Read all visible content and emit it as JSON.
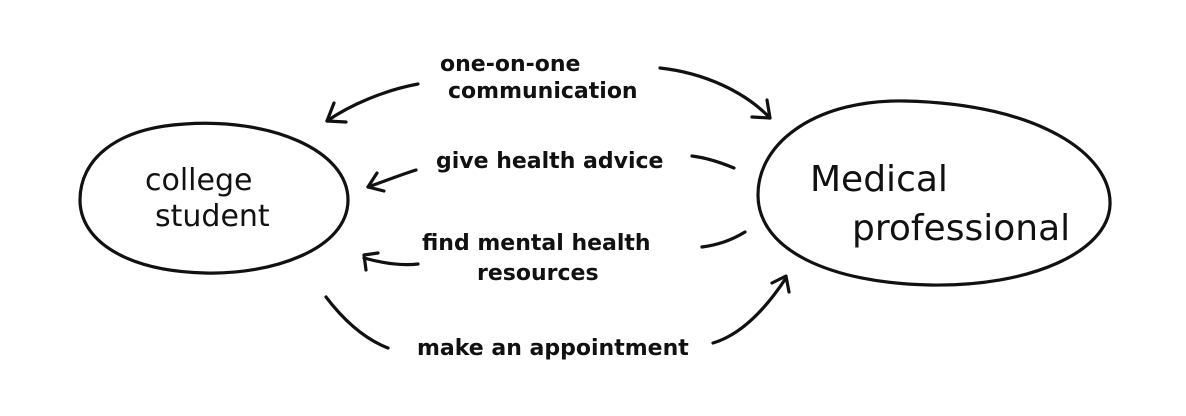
{
  "nodes": {
    "student": {
      "line1": "college",
      "line2": "student"
    },
    "professional": {
      "line1": "Medical",
      "line2": "professional"
    }
  },
  "edges": {
    "communication": {
      "line1": "one-on-one",
      "line2": "communication"
    },
    "advice": {
      "label": "give health advice"
    },
    "resources": {
      "line1": "find mental health",
      "line2": "resources"
    },
    "appointment": {
      "label": "make an appointment"
    }
  },
  "colors": {
    "ink": "#111111",
    "background": "#ffffff"
  }
}
